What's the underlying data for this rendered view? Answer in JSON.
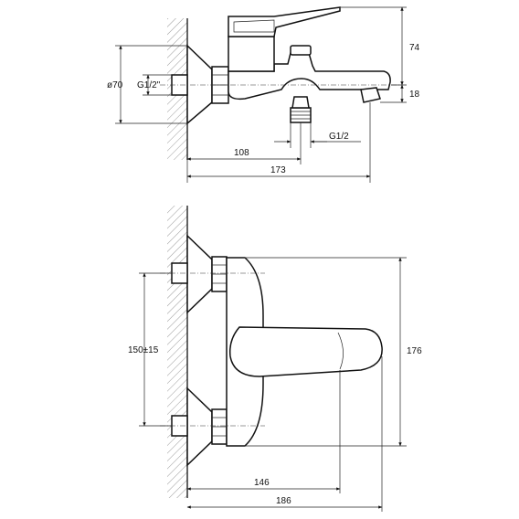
{
  "side_view": {
    "dims": {
      "height_top": "74",
      "height_spout": "18",
      "diameter_flange": "ø70",
      "thread_inlet": "G1/2\"",
      "thread_outlet": "G1/2",
      "depth_outlet": "108",
      "depth_total": "173"
    }
  },
  "front_view": {
    "dims": {
      "center_distance": "150±15",
      "height_total": "176",
      "width_lever": "146",
      "width_total": "186"
    }
  }
}
